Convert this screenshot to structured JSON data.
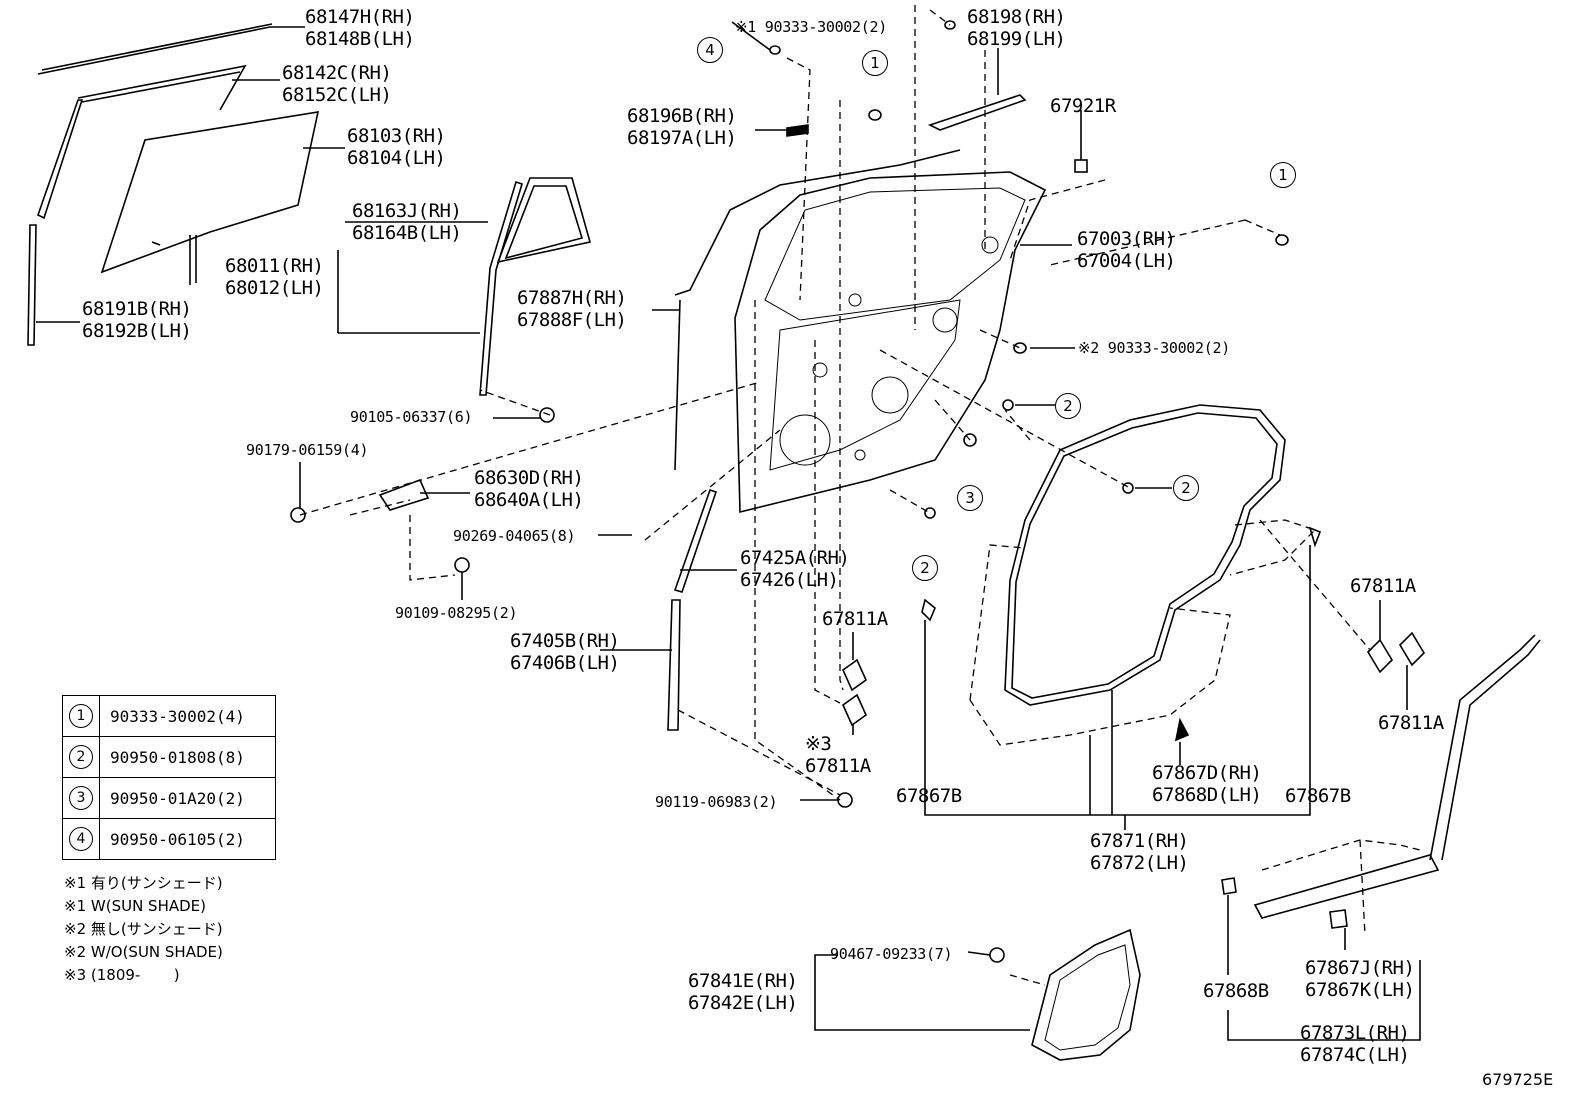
{
  "diagram_id": "679725E",
  "labels": {
    "l68147": "68147H(RH)\n68148B(LH)",
    "l68142": "68142C(RH)\n68152C(LH)",
    "l68103": "68103(RH)\n68104(LH)",
    "l68163": "68163J(RH)\n68164B(LH)",
    "l68011": "68011(RH)\n68012(LH)",
    "l68191": "68191B(RH)\n68192B(LH)",
    "l90105": "90105-06337(6)",
    "l90179": "90179-06159(4)",
    "l68630": "68630D(RH)\n68640A(LH)",
    "l90269": "90269-04065(8)",
    "l90109": "90109-08295(2)",
    "l90333top": "※1 90333-30002(2)",
    "l68196": "68196B(RH)\n68197A(LH)",
    "l68198": "68198(RH)\n68199(LH)",
    "l67921": "67921R",
    "l67003": "67003(RH)\n67004(LH)",
    "l67887": "67887H(RH)\n67888F(LH)",
    "l90333mid": "※2 90333-30002(2)",
    "l67425": "67425A(RH)\n67426(LH)",
    "l67811a1": "67811A",
    "l67405": "67405B(RH)\n67406B(LH)",
    "l67811a2": "※3\n67811A",
    "l67811a3": "67811A",
    "l67811a4": "67811A",
    "l90119": "90119-06983(2)",
    "l67867b1": "67867B",
    "l67867d": "67867D(RH)\n67868D(LH)",
    "l67867b2": "67867B",
    "l67871": "67871(RH)\n67872(LH)",
    "l90467": "90467-09233(7)",
    "l67841": "67841E(RH)\n67842E(LH)",
    "l67868b": "67868B",
    "l67867j": "67867J(RH)\n67867K(LH)",
    "l67873": "67873L(RH)\n67874C(LH)"
  },
  "callouts": {
    "c1a": "1",
    "c1b": "1",
    "c4": "4",
    "c2a": "2",
    "c2b": "2",
    "c2c": "2",
    "c3": "3"
  },
  "legend": [
    {
      "num": "1",
      "part": "90333-30002(4)"
    },
    {
      "num": "2",
      "part": "90950-01808(8)"
    },
    {
      "num": "3",
      "part": "90950-01A20(2)"
    },
    {
      "num": "4",
      "part": "90950-06105(2)"
    }
  ],
  "notes": [
    "※1 有り(サンシェード)",
    "※1 W(SUN SHADE)",
    "※2 無し(サンシェード)",
    "※2 W/O(SUN SHADE)",
    "※3 (1809-       )"
  ]
}
